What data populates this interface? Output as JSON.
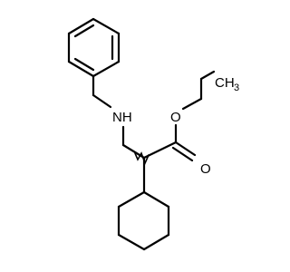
{
  "molecule": {
    "atoms": {
      "amine": "NH",
      "ester_oxygen": "O",
      "carbonyl_oxygen": "O",
      "methyl_carbon": "CH",
      "methyl_subscript": "3"
    }
  }
}
